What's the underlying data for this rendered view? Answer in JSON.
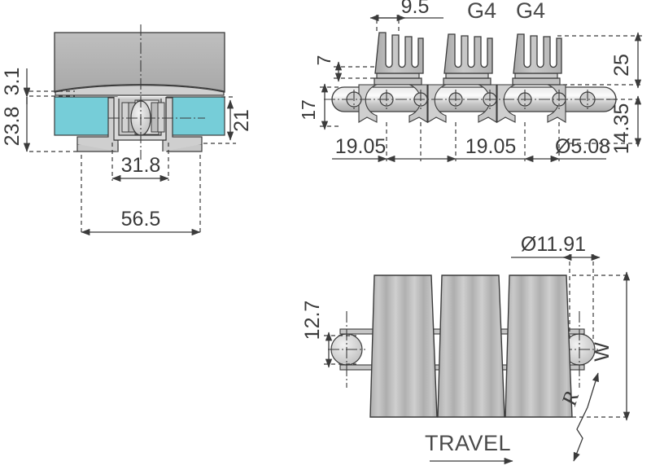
{
  "drawing": {
    "title": "Conveyor chain technical drawing",
    "views": [
      {
        "id": "section-view",
        "name": "cross-section-view"
      },
      {
        "id": "side-view",
        "name": "chain-side-view"
      },
      {
        "id": "top-view",
        "name": "roller-top-view"
      }
    ]
  },
  "section_view": {
    "dimensions": {
      "height_top": "3.1",
      "height_total": "23.8",
      "height_right": "21",
      "width_inner": "31.8",
      "width_outer": "56.5"
    }
  },
  "side_view": {
    "dimensions": {
      "tooth_pitch": "9.5",
      "tooth_height": "7",
      "link_height": "17",
      "pitch_left": "19.05",
      "pitch_right": "19.05",
      "pin_diameter": "Ø5.08",
      "overall_height": "25",
      "chain_height": "14.35"
    },
    "labels": {
      "grade_1": "G4",
      "grade_2": "G4"
    }
  },
  "top_view": {
    "dimensions": {
      "roller_width": "12.7",
      "roller_diameter": "Ø11.91",
      "width_symbol": "W",
      "radius_symbol": "R"
    },
    "direction_label": "TRAVEL"
  },
  "colors": {
    "accent_cyan": "#76cdd8",
    "metal_gray": "#b3b3b3",
    "line": "#3b3b3b",
    "background": "#ffffff"
  }
}
